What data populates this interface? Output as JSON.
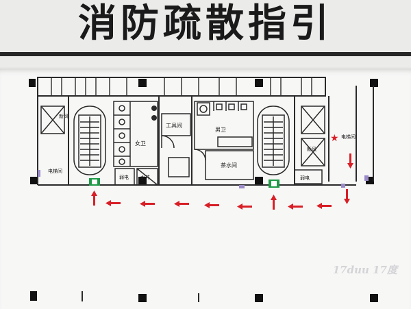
{
  "title": "消防疏散指引",
  "rooms": {
    "elevator_left": "电梯间",
    "elevator_right": "电梯间",
    "female_toilet": "女卫",
    "male_toilet": "男卫",
    "tool_room": "工具间",
    "tea_room": "茶水间",
    "weak_current_left": "弱电",
    "weak_current_right": "弱电",
    "water_shaft": "水井",
    "left_shaft_label": "新风",
    "right_shaft_label": "新风"
  },
  "you_are_here_symbol": "★",
  "watermark": "17duu 17度",
  "colors": {
    "arrow": "#d81f26",
    "exit_sign": "#1e9a47",
    "wall": "#2a2a2a",
    "star": "#d81f26"
  }
}
